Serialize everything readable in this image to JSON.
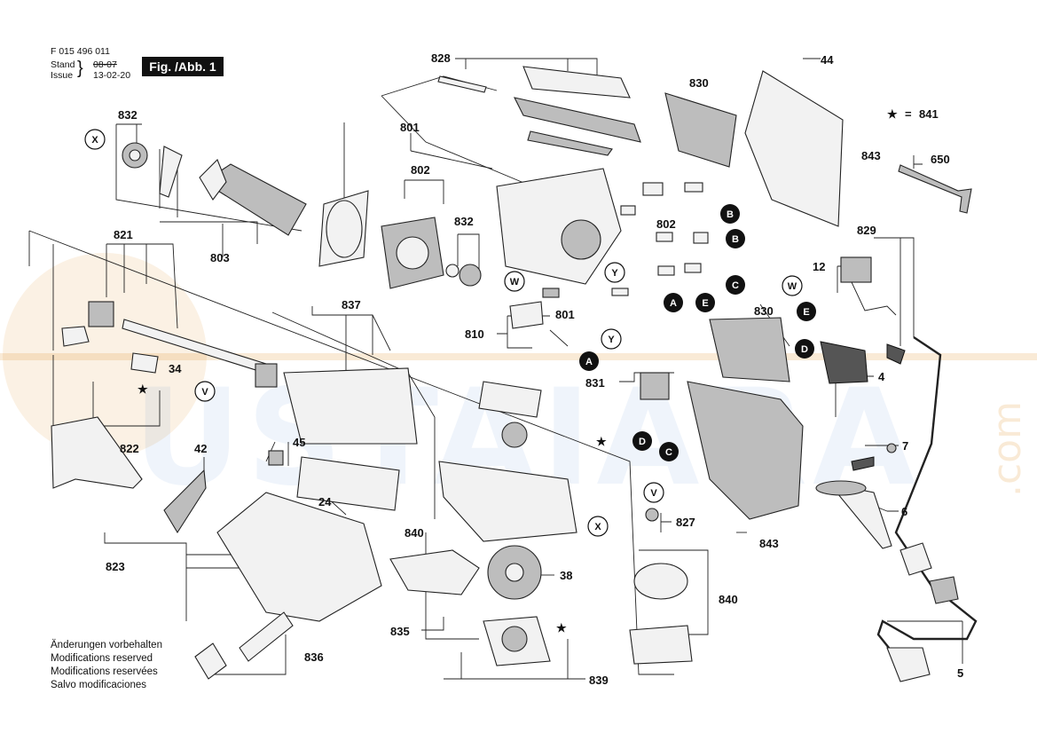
{
  "header": {
    "doc_number": "F 015 496 011",
    "stand_label": "Stand",
    "issue_label": "Issue",
    "stand_date": "08-07",
    "issue_date": "13-02-20",
    "figure_label": "Fig. /Abb. 1"
  },
  "notes": [
    "Änderungen vorbehalten",
    "Modifications reserved",
    "Modifications reservées",
    "Salvo modificaciones"
  ],
  "legend": {
    "star": "★",
    "separator": "=",
    "code": "841"
  },
  "watermark": {
    "text": "USTAIARA",
    "suffix": ".com"
  },
  "colors": {
    "ink": "#111111",
    "accent_watermark": "#1f66c8",
    "watermark_orange": "#e08a1e"
  },
  "part_labels": {
    "p828": "828",
    "p44": "44",
    "p830_top": "830",
    "p832_left": "832",
    "p801": "801",
    "p843_top": "843",
    "p650": "650",
    "p802_top": "802",
    "p802_mid": "802",
    "p832_mid": "832",
    "p803": "803",
    "p821": "821",
    "p829": "829",
    "p12": "12",
    "p837": "837",
    "p801_small": "801",
    "p810": "810",
    "p830_mid": "830",
    "p34": "34",
    "p831": "831",
    "p4": "4",
    "p822": "822",
    "p45": "45",
    "p42": "42",
    "p24": "24",
    "p7": "7",
    "p6": "6",
    "p827": "827",
    "p843_bottom": "843",
    "p840_left": "840",
    "p38": "38",
    "p823": "823",
    "p840_right": "840",
    "p835": "835",
    "p836": "836",
    "p839": "839",
    "p5": "5"
  },
  "connectors": {
    "A": "A",
    "B": "B",
    "C": "C",
    "D": "D",
    "E": "E",
    "V": "V",
    "W": "W",
    "X": "X",
    "Y": "Y"
  }
}
